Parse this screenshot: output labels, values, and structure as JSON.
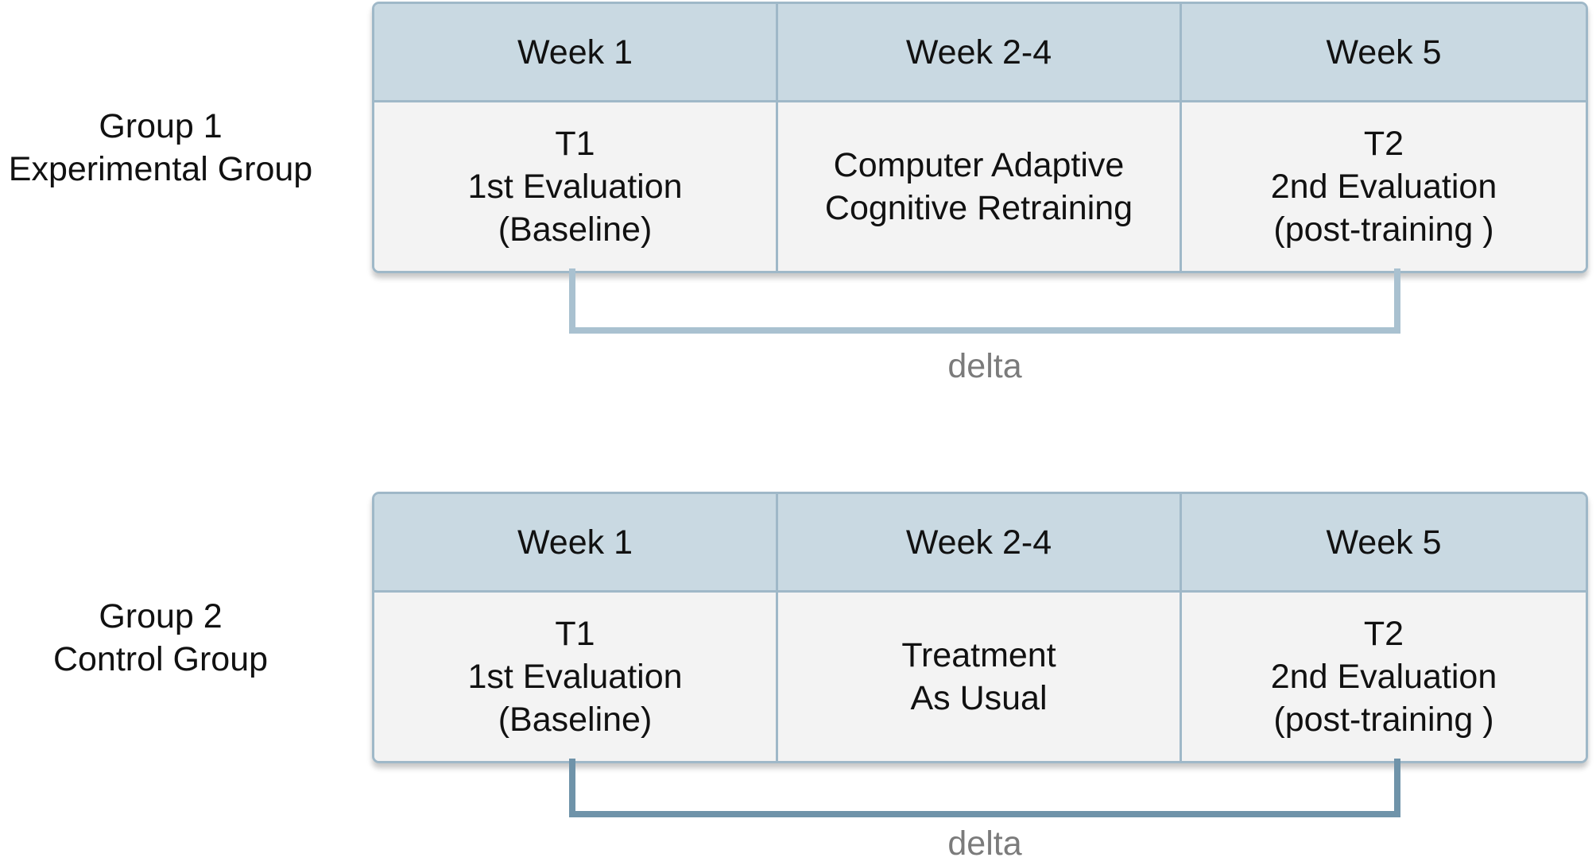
{
  "groups": [
    {
      "label_line1": "Group 1",
      "label_line2": "Experimental Group",
      "headers": [
        "Week 1",
        "Week 2-4",
        "Week 5"
      ],
      "cells": [
        [
          "T1",
          "1st Evaluation",
          "(Baseline)"
        ],
        [
          "Computer Adaptive",
          "Cognitive Retraining"
        ],
        [
          "T2",
          "2nd Evaluation",
          "(post-training )"
        ]
      ],
      "delta_label": "delta"
    },
    {
      "label_line1": "Group 2",
      "label_line2": "Control Group",
      "headers": [
        "Week 1",
        "Week 2-4",
        "Week 5"
      ],
      "cells": [
        [
          "T1",
          "1st Evaluation",
          "(Baseline)"
        ],
        [
          "Treatment",
          "As Usual"
        ],
        [
          "T2",
          "2nd Evaluation",
          "(post-training )"
        ]
      ],
      "delta_label": "delta"
    }
  ],
  "colors": {
    "header_fill": "#c9d9e2",
    "body_fill": "#f3f3f3",
    "border": "#9fb8c8",
    "bracket_group1": "#a9c1d0",
    "bracket_group2": "#6f93a9",
    "delta_text": "#7b7b7b"
  }
}
